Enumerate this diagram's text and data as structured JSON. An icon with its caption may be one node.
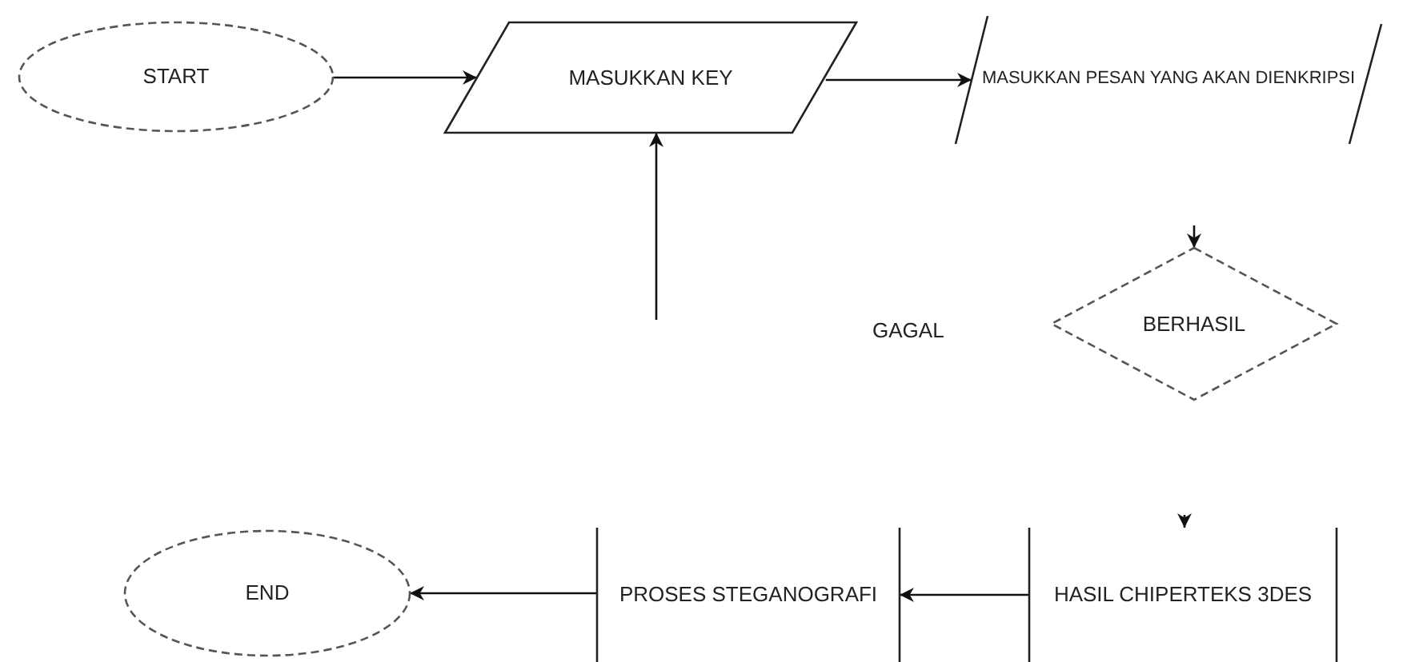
{
  "diagram": {
    "nodes": [
      {
        "text": [
          "START"
        ]
      },
      {
        "text": [
          "MASUKKAN KEY"
        ]
      },
      {
        "text": [
          "MASUKKAN PESAN YANG AKAN DIENKRIPSI"
        ]
      },
      {
        "text": [
          "BERHASIL"
        ]
      },
      {
        "text": [
          "HASIL CHIPERTEKS 3DES"
        ]
      },
      {
        "text": [
          "PROSES STEGANOGRAFI"
        ]
      },
      {
        "text": [
          "END"
        ]
      }
    ],
    "edges": [
      {
        "from": 0,
        "to": 1,
        "arrow": "to"
      },
      {
        "from": 1,
        "to": 2,
        "arrow": "to"
      },
      {
        "from": null,
        "to": 1,
        "arrow": "to"
      },
      {
        "from": null,
        "to": 3,
        "arrow": "to"
      },
      {
        "from": null,
        "to": 4,
        "arrow": "to"
      },
      {
        "from": 4,
        "to": 5,
        "arrow": "to"
      },
      {
        "from": 5,
        "to": 6,
        "arrow": "to"
      }
    ],
    "labels": [
      "GAGAL"
    ]
  }
}
